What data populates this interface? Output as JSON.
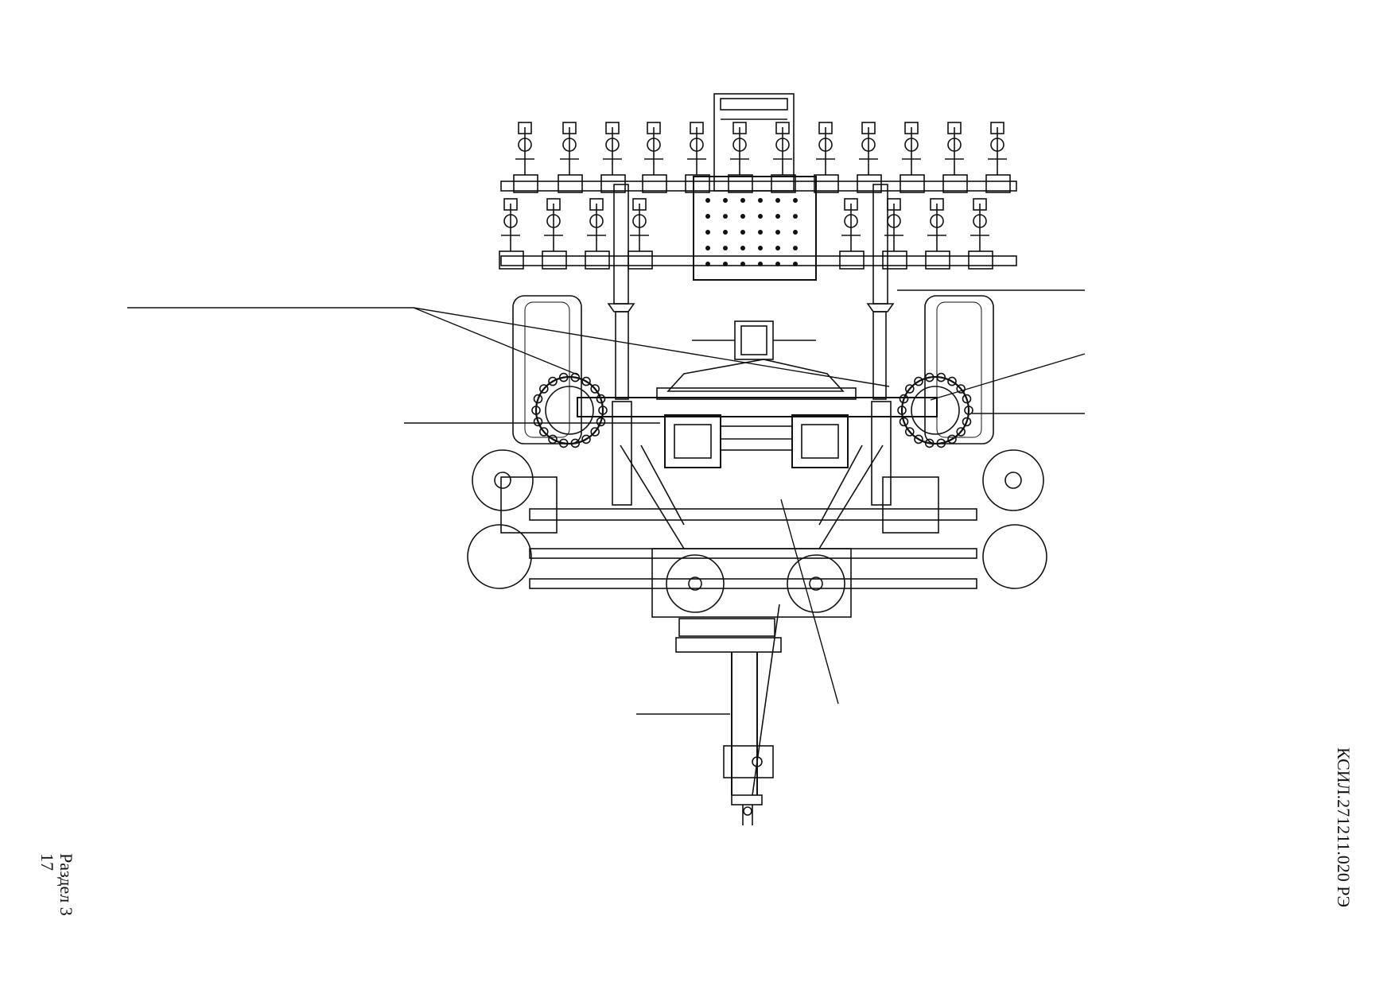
{
  "document": {
    "code": "КСИЛ.271211.020 РЭ",
    "section_label": "Раздел 3",
    "page_number": "17"
  },
  "diagram": {
    "subject": "machine plan view, top view with callout leader lines (no labels)",
    "line_color": "#111111",
    "background": "#ffffff"
  }
}
